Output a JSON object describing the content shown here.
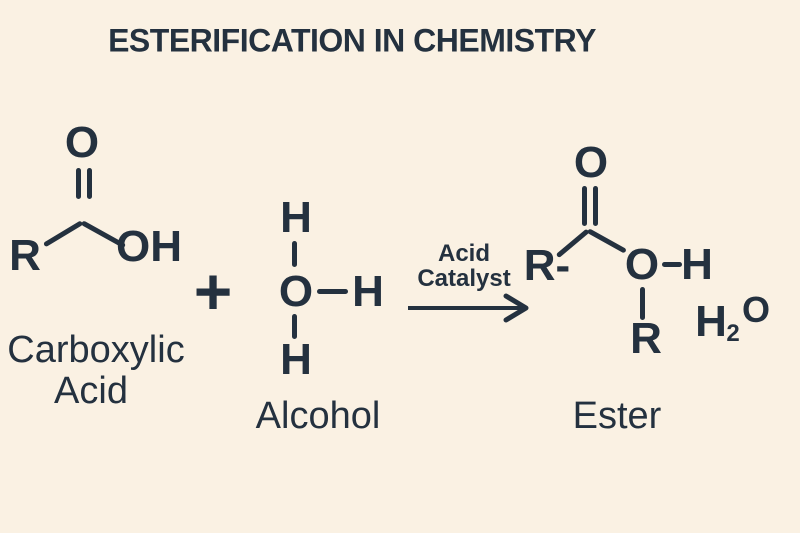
{
  "colors": {
    "bg": "#faf1e3",
    "ink": "#24313f"
  },
  "title": "ESTERIFICATION IN CHEMISTRY",
  "reaction": {
    "carboxylic_acid": {
      "atoms": {
        "carbonyl_o": "O",
        "r_group": "R",
        "hydroxyl": "OH"
      },
      "label_line1": "Carboxylic",
      "label_line2": "Acid"
    },
    "plus": "+",
    "alcohol": {
      "atoms": {
        "h_top": "H",
        "o": "O",
        "h_right": "H",
        "h_bottom": "H"
      },
      "label": "Alcohol"
    },
    "arrow": {
      "label_line1": "Acid",
      "label_line2": "Catalyst"
    },
    "ester": {
      "atoms": {
        "carbonyl_o": "O",
        "r_group": "R-",
        "ether_o": "O",
        "h": "H",
        "r_bottom": "R"
      },
      "label": "Ester"
    },
    "byproduct": {
      "h": "H",
      "subscript": "2",
      "o": "O"
    }
  }
}
